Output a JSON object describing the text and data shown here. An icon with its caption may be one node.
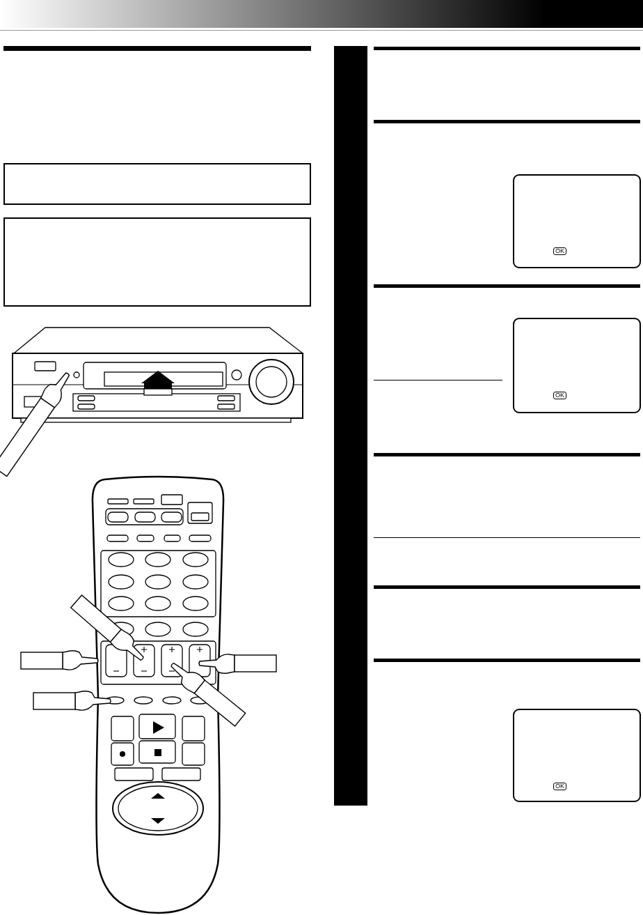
{
  "diagram": {
    "nodes": [
      {
        "text": [],
        "shape": "bar"
      }
    ],
    "labels": [
      "OK",
      "OK",
      "OK"
    ]
  }
}
